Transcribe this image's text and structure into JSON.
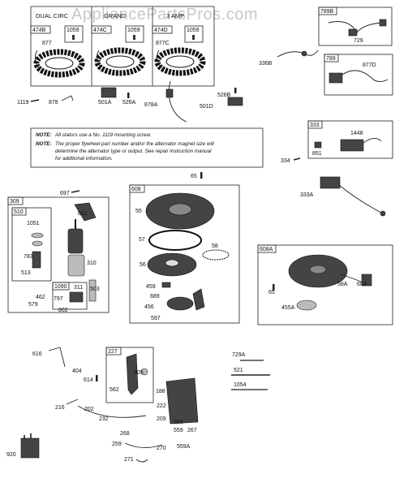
{
  "watermark": "AppliancePartsPros.com",
  "stator_headers": [
    "DUAL CIRC",
    "GRAND",
    "3 AMP"
  ],
  "notes": {
    "n1_label": "NOTE:",
    "n1_text": "All stators use a No. 1119 mounting screw.",
    "n2_label": "NOTE:",
    "n2_line1": "The proper flywheel part number and/or the alternator magnet size will",
    "n2_line2": "determine the alternator type or output. See repair instruction manual",
    "n2_line3": "for additional information."
  },
  "parts": {
    "p474B": "474B",
    "p1059a": "1059",
    "p877": "877",
    "p474C": "474C",
    "p1059b": "1059",
    "p474D": "474D",
    "p1059c": "1059",
    "p877C": "877C",
    "p789B": "789B",
    "p729": "729",
    "p336B": "336B",
    "p789": "789",
    "p877D": "877D",
    "p1119": "1119",
    "p878": "878",
    "p501A": "501A",
    "p526A": "526A",
    "p878A": "878A",
    "p526B": "526B",
    "p501D": "501D",
    "p333": "333",
    "p1448": "1448",
    "p851": "851",
    "p334": "334",
    "p333A": "333A",
    "p65a": "65",
    "p697": "697",
    "p309": "309",
    "p510": "510",
    "p801": "801",
    "p1051": "1051",
    "p783": "783",
    "p513": "513",
    "p310": "310",
    "p1090": "1090",
    "p311": "311",
    "p462": "462",
    "p579": "579",
    "p797": "797",
    "p503": "503",
    "p802": "802",
    "p608": "608",
    "p55": "55",
    "p57": "57",
    "p58": "58",
    "p56": "56",
    "p459": "459",
    "p689": "689",
    "p456": "456",
    "p597": "597",
    "p608A": "608A",
    "p65b": "65",
    "p58A": "58A",
    "p60A": "60A",
    "p455A": "455A",
    "p616": "616",
    "p404": "404",
    "p614": "614",
    "p227": "227",
    "p505": "505",
    "p562": "562",
    "p188": "188",
    "p729A": "729A",
    "p521": "521",
    "p1054": "1054",
    "p216": "216",
    "p202": "202",
    "p232": "232",
    "p222": "222",
    "p209": "209",
    "p283": "283",
    "p559": "559",
    "p267": "267",
    "p268": "268",
    "p259": "259",
    "p270": "270",
    "p559A": "559A",
    "p271": "271",
    "p920": "920"
  }
}
